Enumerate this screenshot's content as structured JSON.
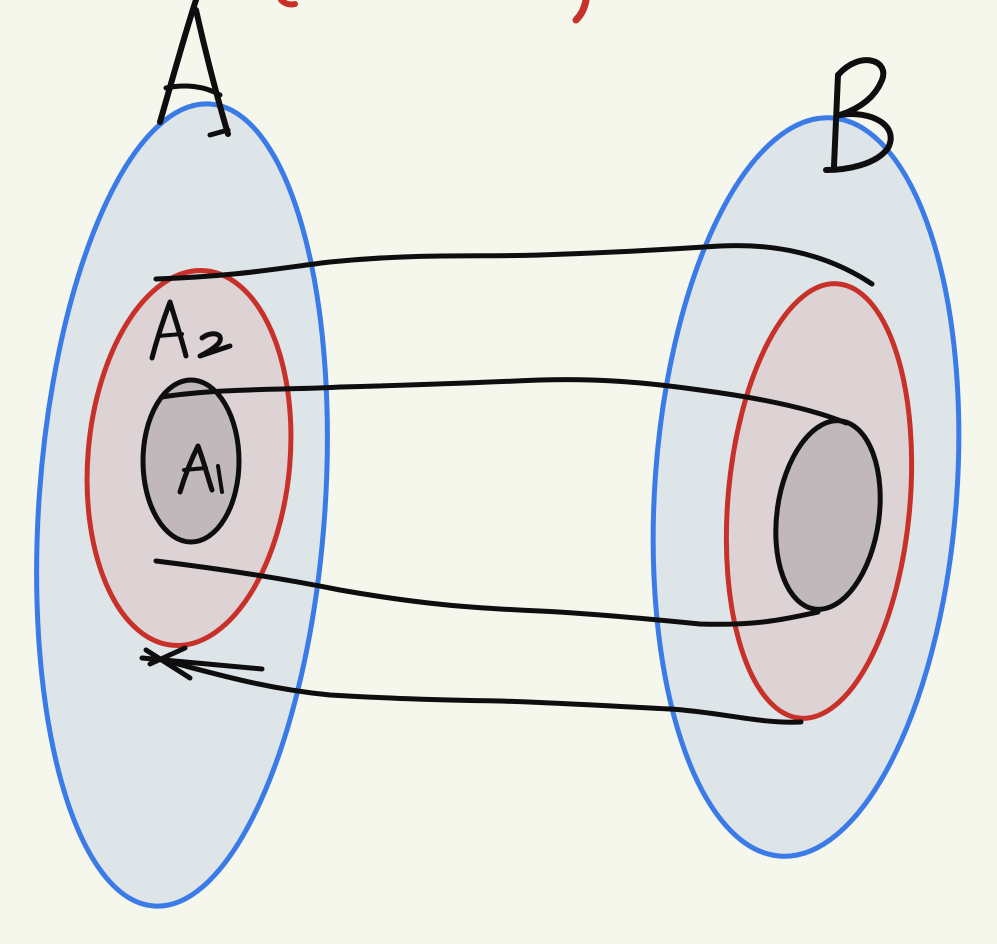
{
  "diagram": {
    "sets": [
      {
        "key": "A",
        "label": "A"
      },
      {
        "key": "B",
        "label": "B"
      }
    ],
    "subsets": [
      {
        "key": "A2",
        "label": "A₂"
      },
      {
        "key": "A1",
        "label": "A₁"
      }
    ],
    "colors": {
      "background": "#f5f6ec",
      "set_outline": "#3b7be8",
      "set_fill": "#dde5e8",
      "subset_outline": "#c8312a",
      "subset_fill": "#ddd3d4",
      "inner_fill": "#c1b8bb",
      "ink": "#0e0e0e"
    }
  }
}
